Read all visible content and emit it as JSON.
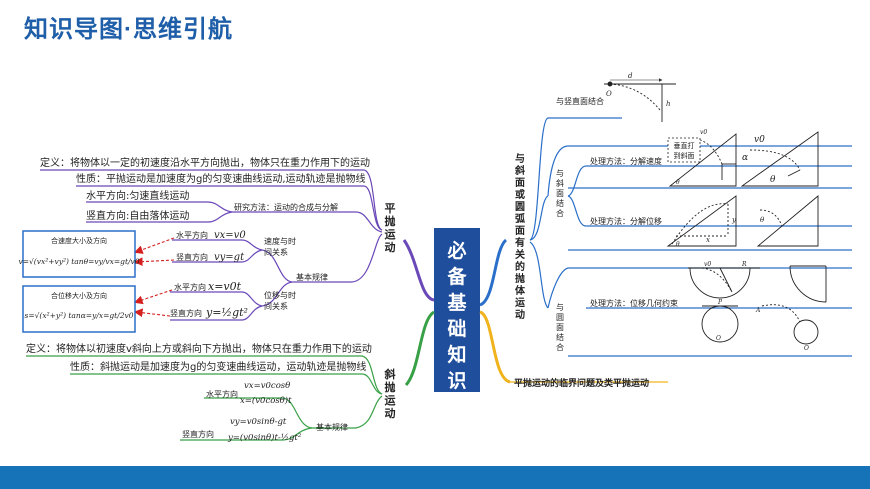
{
  "header": {
    "title": "知识导图·思维引航"
  },
  "center": {
    "label": "必备基础知识",
    "chars": [
      "必",
      "备",
      "基",
      "础",
      "知",
      "识"
    ],
    "color": "#1f4e9c"
  },
  "colors": {
    "accent_blue": "#1f5ea8",
    "branch_blue": "#2a6fc9",
    "branch_green": "#38a046",
    "branch_yellow": "#f0b31c",
    "branch_purple": "#6a48b8",
    "footer": "#1673b8",
    "arrow_red": "#d62020"
  },
  "left": {
    "flat": {
      "label": [
        "平",
        "抛",
        "运",
        "动"
      ],
      "definition": "定义：将物体以一定的初速度沿水平方向抛出，物体只在重力作用下的运动",
      "nature": "性质：平抛运动是加速度为g的匀变速曲线运动,运动轨迹是抛物线",
      "research": {
        "label": "研究方法：运动的合成与分解",
        "horizontal": "水平方向:匀速直线运动",
        "vertical": "竖直方向:自由落体运动"
      },
      "basic_law": {
        "label": "基本规律",
        "velocity_relation": {
          "label": [
            "速度与时",
            "间关系"
          ],
          "horizontal_label": "水平方向",
          "vertical_label": "竖直方向",
          "vx": "vx=v0",
          "vy": "vy=gt"
        },
        "displacement_relation": {
          "label": [
            "位移与时",
            "间关系"
          ],
          "horizontal_label": "水平方向",
          "vertical_label": "竖直方向",
          "x": "x=v0t",
          "y": "y=½gt²"
        },
        "velocity_box": {
          "title": "合速度大小及方向",
          "formula": "v=√(vx²+vy²)   tanθ=vy/vx=gt/v0"
        },
        "displacement_box": {
          "title": "合位移大小及方向",
          "formula": "s=√(x²+y²)   tanα=y/x=gt/2v0"
        }
      }
    },
    "oblique": {
      "label": [
        "斜",
        "抛",
        "运",
        "动"
      ],
      "definition": "定义：将物体以初速度v斜向上方或斜向下方抛出，物体只在重力作用下的运动",
      "nature": "性质：斜抛运动是加速度为g的匀变速曲线运动，运动轨迹是抛物线",
      "basic_law": {
        "label": "基本规律",
        "horizontal_label": "水平方向",
        "vertical_label": "竖直方向",
        "h1": "vx=v0cosθ",
        "h2": "x=(v0cosθ)t",
        "v1": "vy=v0sinθ-gt",
        "v2": "y=(v0sinθ)t-½gt²"
      }
    }
  },
  "right": {
    "slope": {
      "label": [
        "与",
        "斜",
        "面",
        "或",
        "圆",
        "弧",
        "面",
        "有",
        "关",
        "的",
        "抛",
        "体",
        "运",
        "动"
      ],
      "vertical_face": "与竖直面结合",
      "incline": {
        "label": [
          "与",
          "斜",
          "面",
          "结",
          "合"
        ],
        "method_velocity": "处理方法：分解速度",
        "method_displacement": "处理方法：分解位移",
        "box_text": [
          "垂直打",
          "到斜面"
        ]
      },
      "circle": {
        "label": [
          "与",
          "圆",
          "面",
          "结",
          "合"
        ],
        "method_geometry": "处理方法：位移几何约束"
      }
    },
    "critical": {
      "label": "平抛运动的临界问题及类平抛运动"
    }
  }
}
